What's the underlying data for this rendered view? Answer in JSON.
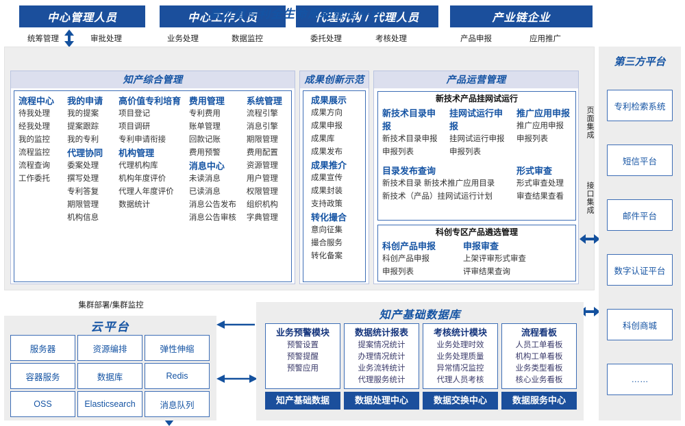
{
  "roles": [
    {
      "title": "中心管理人员",
      "left": "统筹管理",
      "right": "审批处理"
    },
    {
      "title": "中心工作人员",
      "left": "业务处理",
      "right": "数据监控"
    },
    {
      "title": "代理机构 / 代理人员",
      "left": "委托处理",
      "right": "考核处理"
    },
    {
      "title": "产业链企业",
      "left": "产品申报",
      "right": "应用推广"
    }
  ],
  "platform": {
    "title": "高价值专利全生命周期管理平台",
    "sections": {
      "zcgl": {
        "header": "知产综合管理",
        "columns": [
          {
            "groups": [
              {
                "title": "流程中心",
                "items": [
                  "待我处理",
                  "经我处理",
                  "我的监控",
                  "流程监控",
                  "流程查询",
                  "工作委托"
                ]
              }
            ]
          },
          {
            "groups": [
              {
                "title": "我的申请",
                "items": [
                  "我的提案",
                  "提案跟踪",
                  "我的专利"
                ]
              },
              {
                "title": "代理协同",
                "items": [
                  "委案处理",
                  "撰写处理",
                  "专利答复",
                  "期限管理",
                  "机构信息"
                ]
              }
            ]
          },
          {
            "groups": [
              {
                "title": "高价值专利培育",
                "items": [
                  "项目登记",
                  "项目调研",
                  "专利申请衔接"
                ]
              },
              {
                "title": "机构管理",
                "items": [
                  "代理机构库",
                  "机构年度评价",
                  "代理人年度评价",
                  "数据统计"
                ]
              }
            ]
          },
          {
            "groups": [
              {
                "title": "费用管理",
                "items": [
                  "专利费用",
                  "账单管理",
                  "回款记账",
                  "费用预警"
                ]
              },
              {
                "title": "消息中心",
                "items": [
                  "未读消息",
                  "已读消息",
                  "消息公告发布",
                  "消息公告审核"
                ]
              }
            ]
          },
          {
            "groups": [
              {
                "title": "系统管理",
                "items": [
                  "流程引擎",
                  "消息引擎",
                  "期限管理",
                  "费用配置",
                  "资源管理",
                  "用户管理",
                  "权限管理",
                  "组织机构",
                  "字典管理"
                ]
              }
            ]
          }
        ]
      },
      "cgcx": {
        "header": "成果创新示范",
        "groups": [
          {
            "title": "成果展示",
            "items": [
              "成果方向",
              "成果申报",
              "成果库",
              "成果发布"
            ]
          },
          {
            "title": "成果推介",
            "items": [
              "成果宣传",
              "成果封装",
              "支持政策"
            ]
          },
          {
            "title": "转化撮合",
            "items": [
              "意向征集",
              "撮合服务",
              "转化备案"
            ]
          }
        ]
      },
      "cpyy": {
        "header": "产品运营管理",
        "box1": {
          "title": "新技术产品挂网试运行",
          "row1": [
            {
              "title": "新技术目录申报",
              "items": [
                "新技术目录申报",
                "申报列表"
              ]
            },
            {
              "title": "挂网试运行申报",
              "items": [
                "挂网试运行申报",
                "申报列表"
              ]
            },
            {
              "title": "推广应用申报",
              "items": [
                "推广应用申报",
                "申报列表"
              ]
            }
          ],
          "row2": [
            {
              "title": "目录发布查询",
              "items": [
                "新技术目录    新技术推广应用目录",
                "新技术（产品）挂网试运行计划"
              ]
            },
            {
              "title": "形式审查",
              "items": [
                "形式审查处理",
                "审查结果查看"
              ]
            }
          ]
        },
        "box2": {
          "title": "科创专区产品遴选管理",
          "cols": [
            {
              "title": "科创产品申报",
              "items": [
                "科创产品申报",
                "申报列表"
              ]
            },
            {
              "title": "申报审查",
              "items": [
                "上架评审形式审查",
                "评审结果查询"
              ]
            }
          ]
        }
      }
    }
  },
  "integration": {
    "page_label": "页面集成",
    "api_label": "接口集成"
  },
  "third_party": {
    "title": "第三方平台",
    "items": [
      "专利检索系统",
      "短信平台",
      "邮件平台",
      "数字认证平台",
      "科创商城",
      "……"
    ]
  },
  "cluster_label": "集群部署/集群监控",
  "cloud": {
    "title": "云平台",
    "cells": [
      "服务器",
      "资源编排",
      "弹性伸缩",
      "容器服务",
      "数据库",
      "Redis",
      "OSS",
      "Elasticsearch",
      "消息队列"
    ]
  },
  "database": {
    "title": "知产基础数据库",
    "columns": [
      {
        "title": "业务预警模块",
        "items": [
          "预警设置",
          "预警提醒",
          "预警应用"
        ],
        "foot": "知产基础数据"
      },
      {
        "title": "数据统计报表",
        "items": [
          "提案情况统计",
          "办理情况统计",
          "业务流转统计",
          "代理服务统计"
        ],
        "foot": "数据处理中心"
      },
      {
        "title": "考核统计模块",
        "items": [
          "业务处理时效",
          "业务处理质量",
          "异常情况监控",
          "代理人员考核"
        ],
        "foot": "数据交换中心"
      },
      {
        "title": "流程看板",
        "items": [
          "人员工单看板",
          "机构工单看板",
          "业务类型看板",
          "核心业务看板"
        ],
        "foot": "数据服务中心"
      }
    ]
  },
  "colors": {
    "brand_blue": "#1b4f9c",
    "accent_blue": "#1453a3",
    "panel_grey": "#ededed",
    "header_lavender": "#dcdfee",
    "border_blue": "#3b6cb5"
  }
}
